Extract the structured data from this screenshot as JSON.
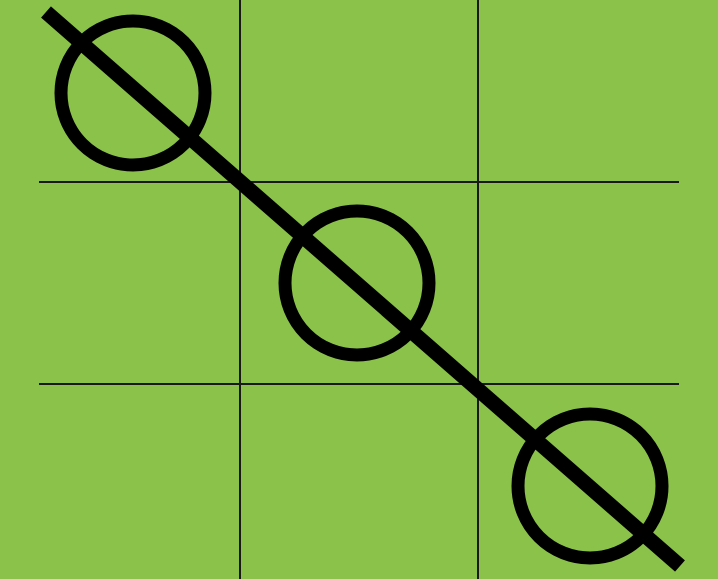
{
  "game": {
    "type": "tic-tac-toe",
    "background_color": "#8bc34a",
    "grid_color": "#1a1a1a",
    "mark_color": "#000000",
    "board": [
      [
        "O",
        "",
        ""
      ],
      [
        "",
        "O",
        ""
      ],
      [
        "",
        "",
        "O"
      ]
    ],
    "winner": "O",
    "winning_line": "diagonal-top-left-to-bottom-right"
  }
}
